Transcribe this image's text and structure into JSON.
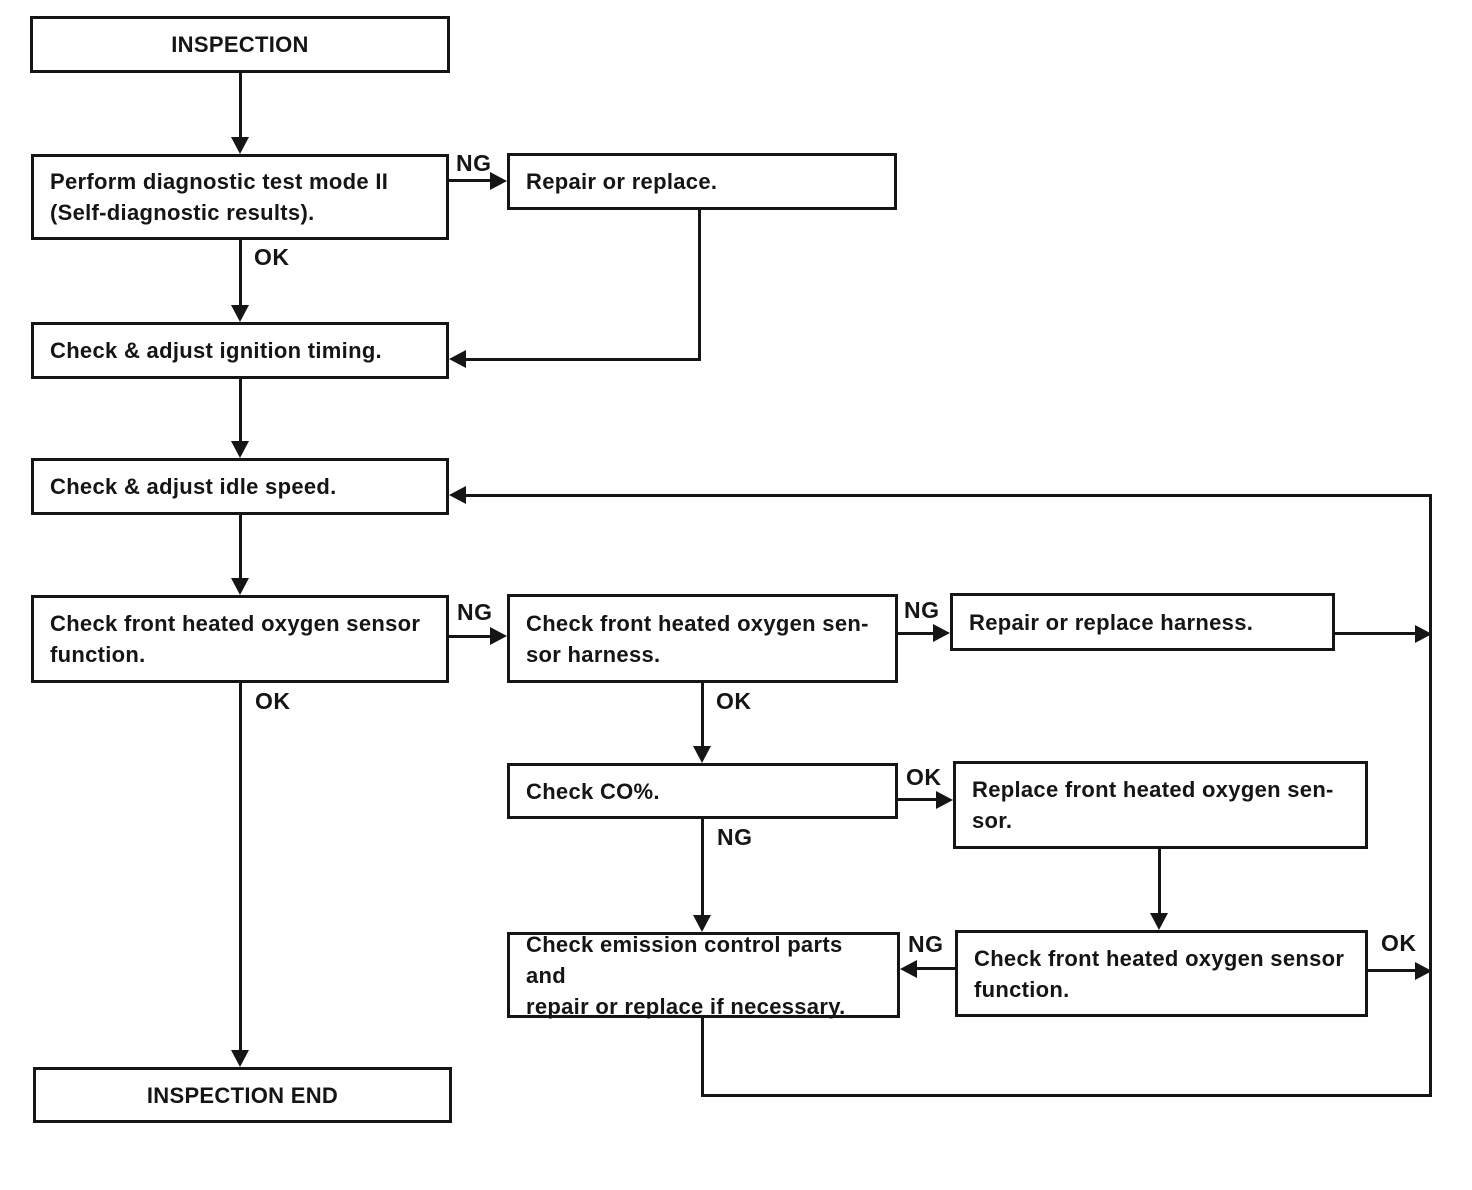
{
  "flowchart": {
    "boxes": {
      "inspection": "INSPECTION",
      "perform_diag_test": "Perform diagnostic test mode II\n(Self-diagnostic results).",
      "repair_or_replace": "Repair or replace.",
      "ignition_timing": "Check & adjust ignition timing.",
      "idle_speed": "Check & adjust idle speed.",
      "o2_sensor_function_1": "Check front heated oxygen sensor\nfunction.",
      "o2_sensor_harness": "Check front heated oxygen sen-\nsor harness.",
      "repair_harness": "Repair or replace harness.",
      "check_co": "Check CO%.",
      "replace_o2_sensor": "Replace front heated oxygen sen-\nsor.",
      "emission_parts": "Check emission control parts and\nrepair or replace if necessary.",
      "o2_sensor_function_2": "Check front heated oxygen sensor\nfunction.",
      "inspection_end": "INSPECTION END"
    },
    "edge_labels": {
      "ng": "NG",
      "ok": "OK"
    },
    "colors": {
      "line": "#151515",
      "background": "#ffffff"
    }
  }
}
